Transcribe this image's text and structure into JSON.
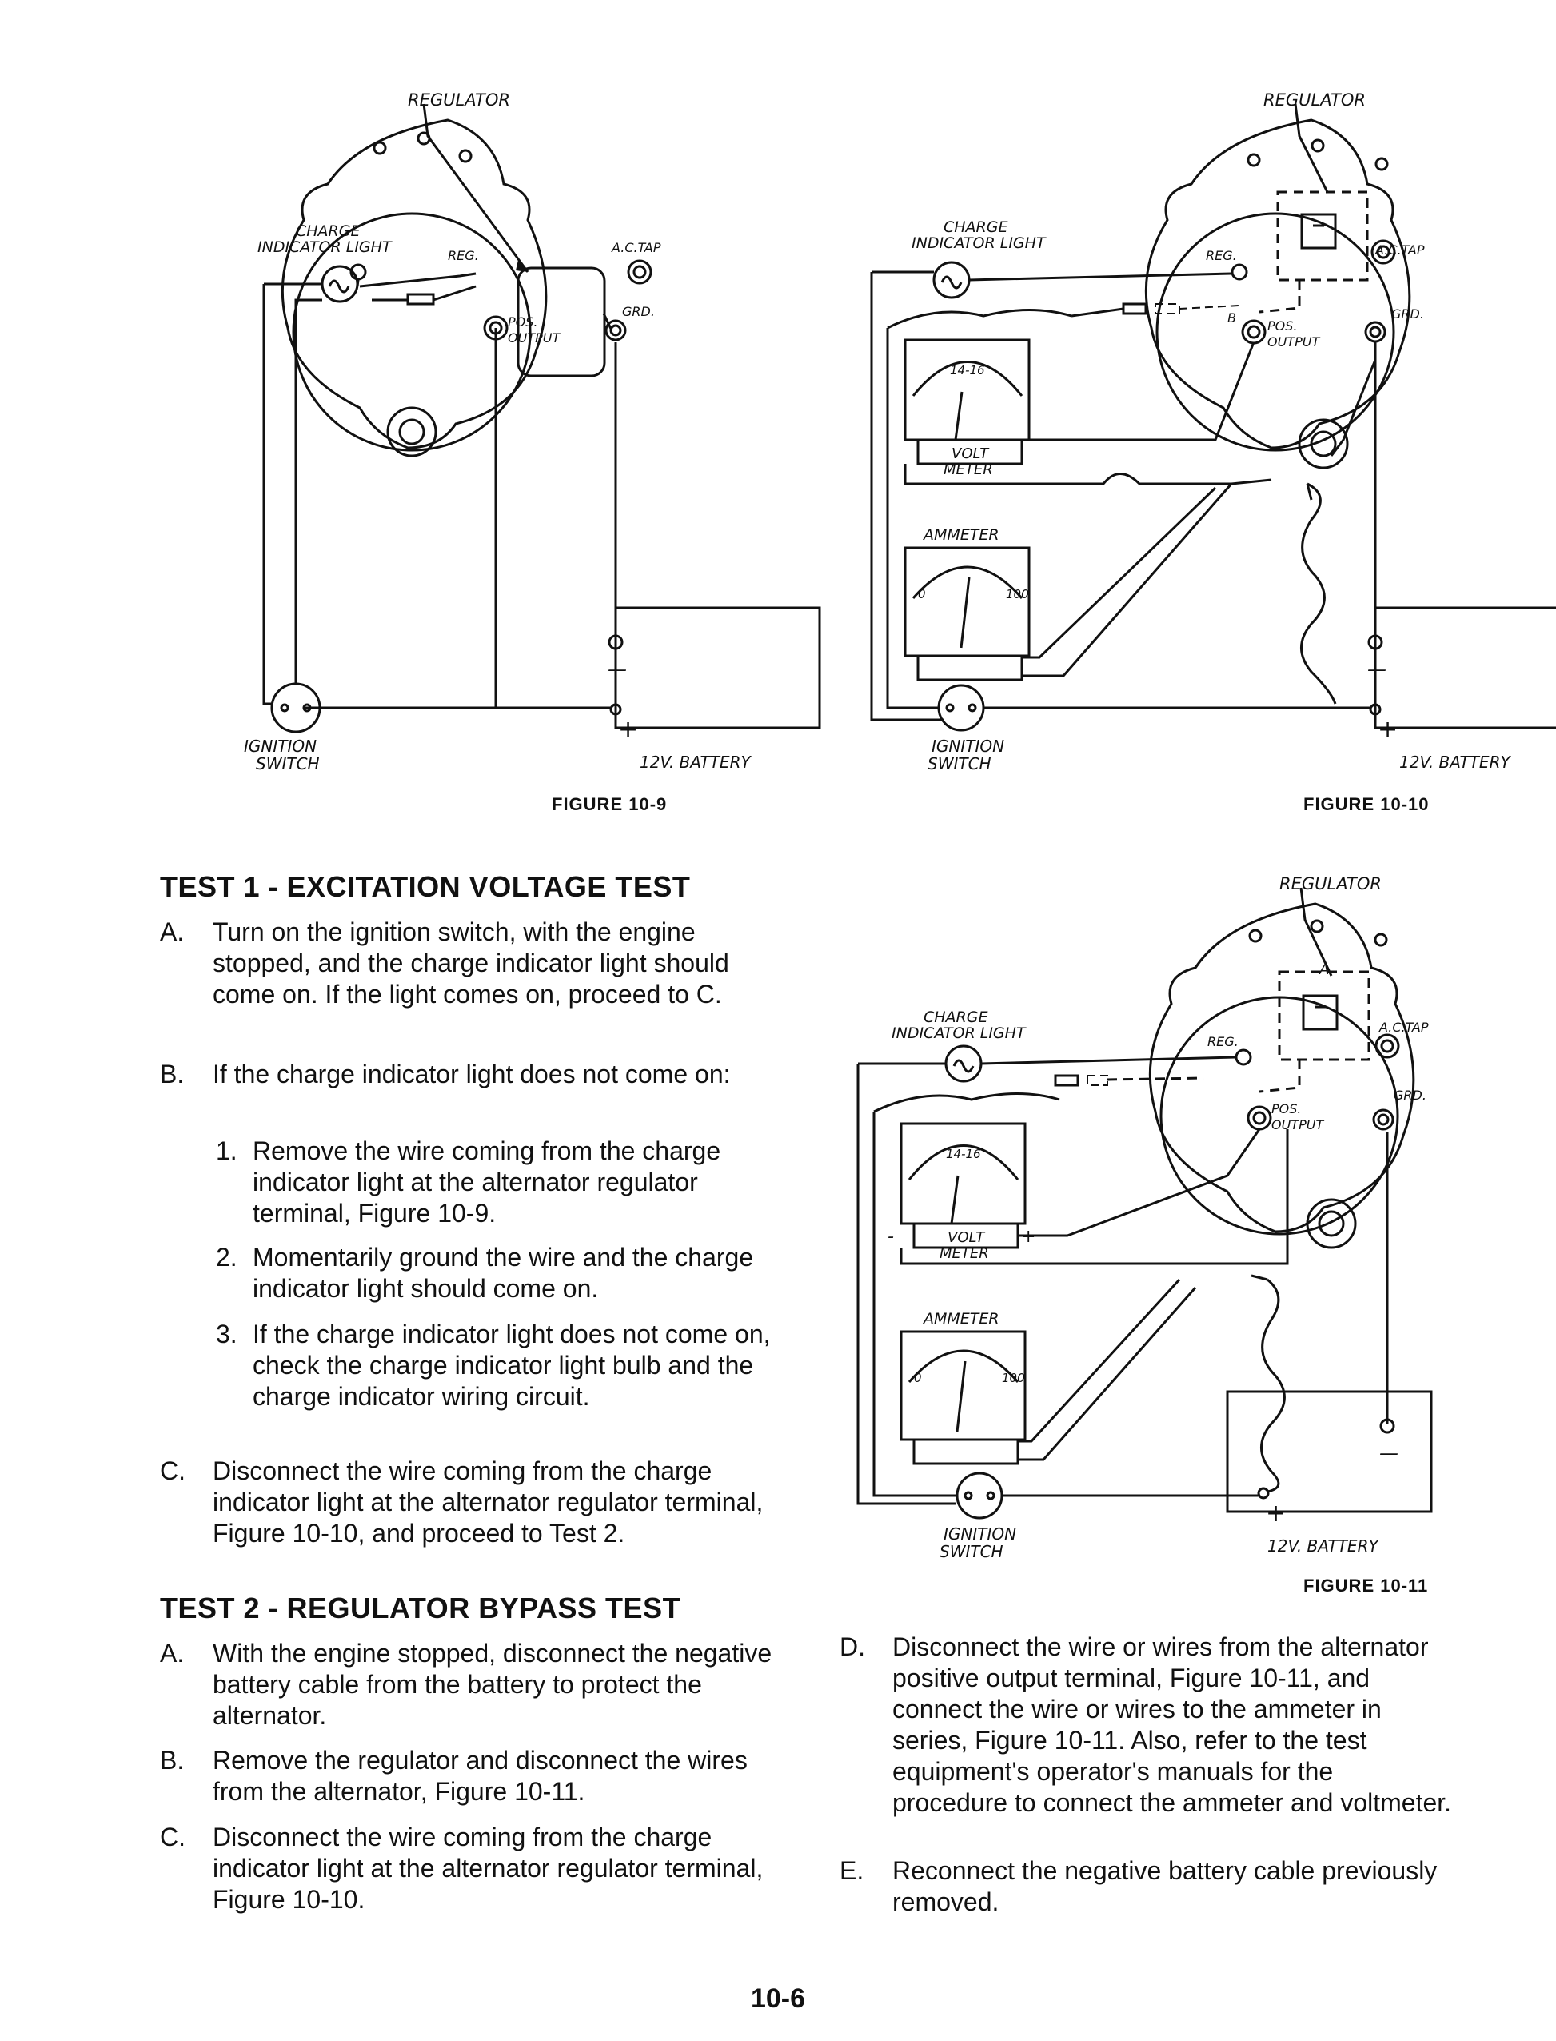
{
  "figures": [
    {
      "caption": "FIGURE 10-9",
      "labels": {
        "regulator": "REGULATOR",
        "charge_indicator_light": [
          "CHARGE",
          "INDICATOR LIGHT"
        ],
        "reg": "REG.",
        "ac_tap": "A.C.TAP",
        "grd": "GRD.",
        "pos_output": [
          "POS.",
          "OUTPUT"
        ],
        "ignition_switch": [
          "IGNITION",
          "SWITCH"
        ],
        "battery": "12V. BATTERY",
        "plus": "+",
        "minus": "—"
      }
    },
    {
      "caption": "FIGURE 10-10",
      "labels": {
        "regulator": "REGULATOR",
        "charge_indicator_light": [
          "CHARGE",
          "INDICATOR LIGHT"
        ],
        "reg": "REG.",
        "ac_tap": "A.C.TAP",
        "grd": "GRD.",
        "b": "B",
        "pos_output": [
          "POS.",
          "OUTPUT"
        ],
        "volt_meter": [
          "VOLT",
          "METER"
        ],
        "volt_scale": "14-16",
        "ammeter": "AMMETER",
        "amm_zero": "0",
        "amm_scale": "100",
        "ignition_switch": [
          "IGNITION",
          "SWITCH"
        ],
        "battery": "12V. BATTERY",
        "plus": "+",
        "minus": "—"
      }
    },
    {
      "caption": "FIGURE 10-11",
      "labels": {
        "regulator": "REGULATOR",
        "a": "A",
        "charge_indicator_light": [
          "CHARGE",
          "INDICATOR LIGHT"
        ],
        "reg": "REG.",
        "ac_tap": "A.C.TAP",
        "grd": "GRD.",
        "pos_output": [
          "POS.",
          "OUTPUT"
        ],
        "volt_meter": [
          "VOLT",
          "METER"
        ],
        "volt_scale": "14-16",
        "meter_minus": "-",
        "meter_plus": "+",
        "ammeter": "AMMETER",
        "amm_zero": "0",
        "amm_scale": "100",
        "ignition_switch": [
          "IGNITION",
          "SWITCH"
        ],
        "battery": "12V. BATTERY",
        "plus": "+",
        "minus": "—"
      }
    }
  ],
  "test1": {
    "heading": "TEST 1 - EXCITATION VOLTAGE TEST",
    "items": [
      {
        "label": "A.",
        "text": "Turn on the ignition switch, with the engine stopped, and the charge indicator light should come on. If the light comes on, proceed to C."
      },
      {
        "label": "B.",
        "text": "If the charge indicator light does not come on:"
      },
      {
        "label": "1.",
        "text": "Remove the wire coming from the charge indicator light at the alternator regulator terminal, Figure 10-9."
      },
      {
        "label": "2.",
        "text": "Momentarily ground the wire and the charge indicator light should come on."
      },
      {
        "label": "3.",
        "text": "If the charge indicator light does not come on, check the charge indicator light bulb and the charge indicator wiring circuit."
      },
      {
        "label": "C.",
        "text": "Disconnect the wire coming from the charge indicator light at the alternator regulator terminal, Figure 10-10, and proceed to Test 2."
      }
    ]
  },
  "test2": {
    "heading": "TEST 2 - REGULATOR BYPASS TEST",
    "items": [
      {
        "label": "A.",
        "text": "With the engine stopped, disconnect the negative battery cable from the battery to protect the alternator."
      },
      {
        "label": "B.",
        "text": "Remove the regulator and disconnect the wires from the alternator, Figure 10-11."
      },
      {
        "label": "C.",
        "text": "Disconnect the wire coming from the charge indicator light at the alternator regulator terminal, Figure 10-10."
      },
      {
        "label": "D.",
        "text": "Disconnect the wire or wires from the alternator positive output terminal, Figure 10-11, and connect the wire or wires to the ammeter in series, Figure 10-11. Also, refer to the test equipment's operator's manuals for the procedure to connect the ammeter and voltmeter."
      },
      {
        "label": "E.",
        "text": "Reconnect the negative battery cable previously removed."
      }
    ]
  },
  "page_number": "10-6"
}
